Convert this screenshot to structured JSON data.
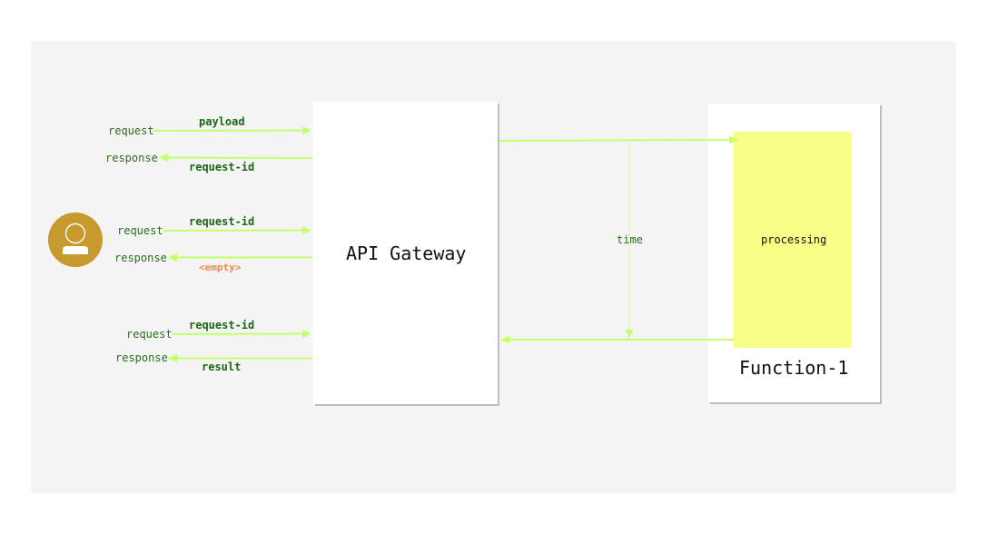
{
  "gateway": {
    "label": "API Gateway"
  },
  "function": {
    "label": "Function-1",
    "process_label": "processing"
  },
  "timeline": {
    "label": "time"
  },
  "flows": [
    {
      "request": "request",
      "request_payload": "payload",
      "response": "response",
      "response_payload": "request-id"
    },
    {
      "request": "request",
      "request_payload": "request-id",
      "response": "response",
      "response_payload": "<empty>"
    },
    {
      "request": "request",
      "request_payload": "request-id",
      "response": "response",
      "response_payload": "result"
    }
  ],
  "colors": {
    "background": "#f4f4f4",
    "arrow": "#c6ff6e",
    "label": "#2b6e1f",
    "processing_fill": "#f9ff86",
    "avatar": "#c79a2d",
    "empty_label": "#ef8a4b"
  },
  "icons": {
    "user": "user-avatar-icon"
  }
}
